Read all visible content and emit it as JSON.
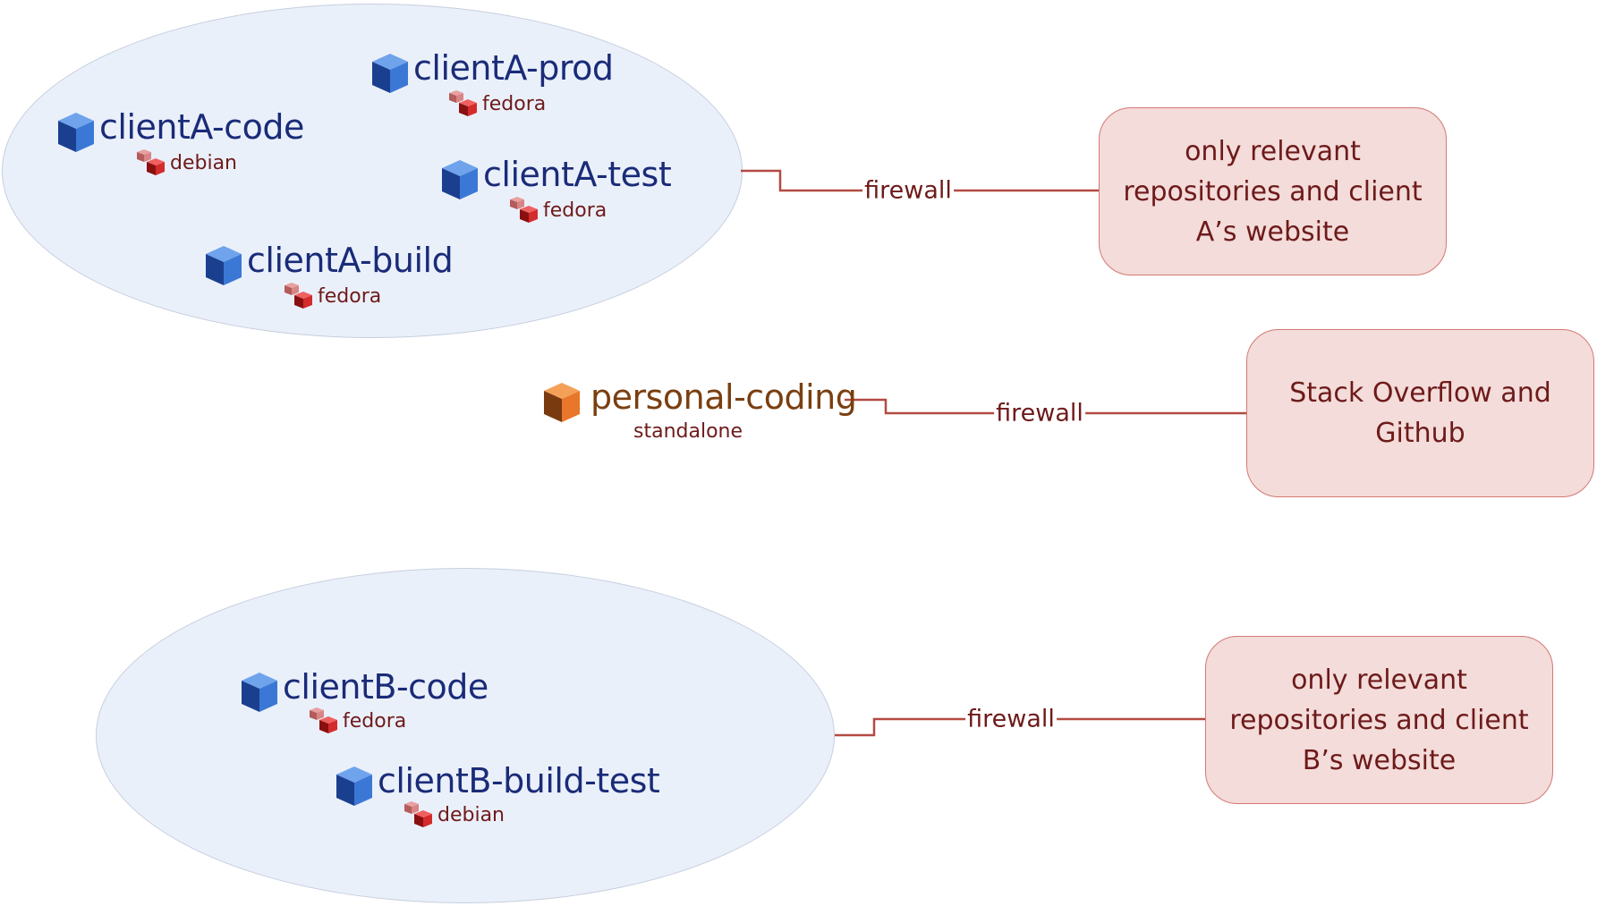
{
  "colors": {
    "qube_blue": "#3b78d6",
    "qube_orange": "#e8772b",
    "template_red": "#d42b2b",
    "line": "#b34a42",
    "group_fill": "#eaf0fa",
    "dest_fill": "#f3dcda"
  },
  "icons": {
    "qube": "cube-icon",
    "template": "template-cubes-icon"
  },
  "groups": [
    {
      "qubes": [
        {
          "name": "clientA-prod",
          "template": "fedora",
          "color": "blue"
        },
        {
          "name": "clientA-code",
          "template": "debian",
          "color": "blue"
        },
        {
          "name": "clientA-test",
          "template": "fedora",
          "color": "blue"
        },
        {
          "name": "clientA-build",
          "template": "fedora",
          "color": "blue"
        }
      ],
      "firewall_label": "firewall",
      "destination": "only relevant repositories and client A’s website"
    },
    {
      "qubes": [
        {
          "name": "personal-coding",
          "template": "standalone",
          "color": "orange"
        }
      ],
      "firewall_label": "firewall",
      "destination": "Stack Overflow and Github"
    },
    {
      "qubes": [
        {
          "name": "clientB-code",
          "template": "fedora",
          "color": "blue"
        },
        {
          "name": "clientB-build-test",
          "template": "debian",
          "color": "blue"
        }
      ],
      "firewall_label": "firewall",
      "destination": "only relevant repositories and client B’s website"
    }
  ]
}
